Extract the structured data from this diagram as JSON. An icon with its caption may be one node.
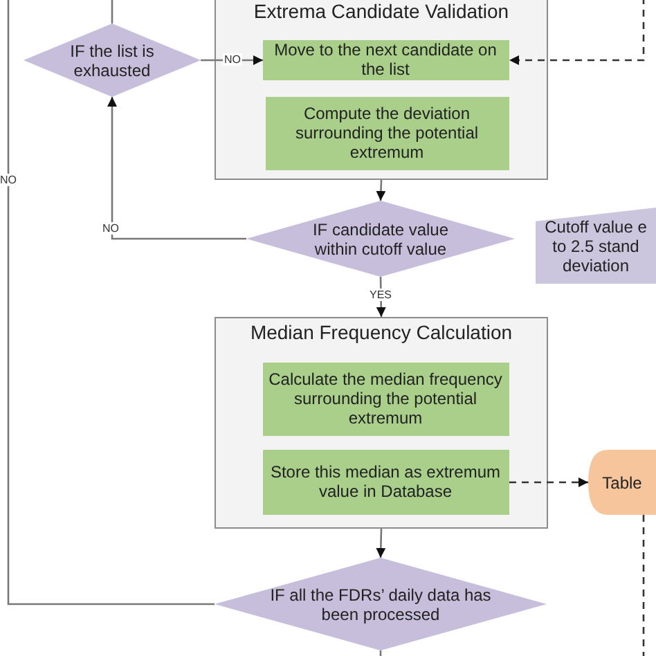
{
  "diagram": {
    "nodes": [
      {
        "text": [
          "Extrema Candidate Validation"
        ]
      },
      {
        "text": [
          "Move to the next candidate on the list"
        ],
        "in": 0
      },
      {
        "text": [
          "Compute the deviation surrounding the potential extremum"
        ],
        "in": 0
      },
      {
        "text": [
          "IF the list is exhausted"
        ]
      },
      {
        "text": [
          "IF candidate value within cutoff value"
        ]
      },
      {
        "text": [
          "Cutoff value e to 2.5 stand deviation"
        ]
      },
      {
        "text": [
          "Median Frequency Calculation"
        ]
      },
      {
        "text": [
          "Calculate the median frequency surrounding the potential extremum"
        ],
        "in": 6
      },
      {
        "text": [
          "Store this median as extremum value in Database"
        ],
        "in": 6
      },
      {
        "text": [
          "Table"
        ]
      },
      {
        "text": [
          "IF all the FDRs’ daily data has been processed"
        ]
      }
    ],
    "edges": [
      {
        "from": 3,
        "to": 1,
        "arrow": "to",
        "label": "NO"
      },
      {
        "from": null,
        "to": 1,
        "arrow": "to",
        "style": "dashed"
      },
      {
        "from": 0,
        "to": 4,
        "arrow": "to"
      },
      {
        "from": 4,
        "to": 3,
        "arrow": "to",
        "label": "NO"
      },
      {
        "from": 4,
        "to": 6,
        "arrow": "to",
        "label": "YES"
      },
      {
        "from": 8,
        "to": 9,
        "arrow": "to",
        "style": "dashed"
      },
      {
        "from": 9,
        "to": null,
        "arrow": "none",
        "style": "dashed"
      },
      {
        "from": 6,
        "to": 10,
        "arrow": "to"
      },
      {
        "from": 10,
        "to": null,
        "arrow": "none",
        "label": "NO"
      },
      {
        "from": 10,
        "to": null,
        "arrow": "none"
      },
      {
        "from": 3,
        "to": null,
        "arrow": "none"
      }
    ]
  }
}
